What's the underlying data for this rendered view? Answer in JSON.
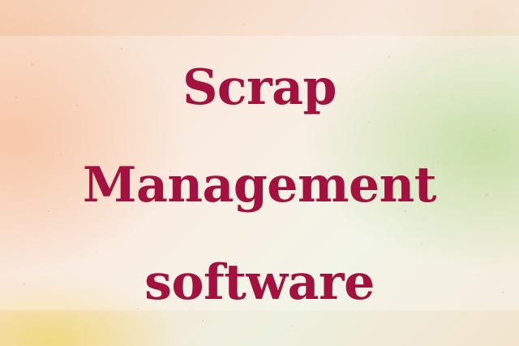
{
  "title_lines": [
    "Scrap",
    "Management",
    "software"
  ],
  "colors": {
    "title_text": "#a3123f",
    "background_peach": "#f6cfb3",
    "background_green": "#aacd78",
    "background_yellow": "#f0d778"
  }
}
